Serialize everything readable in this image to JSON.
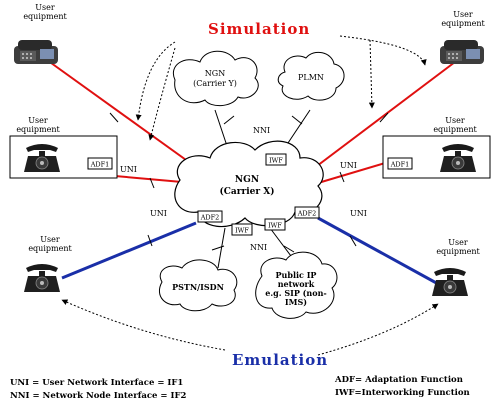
{
  "title_top": "Simulation",
  "title_bottom": "Emulation",
  "user_equipment_label": "User equipment",
  "clouds": {
    "ngn_x": [
      "NGN",
      "(Carrier X)"
    ],
    "ngn_y": [
      "NGN",
      "(Carrier Y)"
    ],
    "plmn": "PLMN",
    "pstn": "PSTN/ISDN",
    "public_ip": [
      "Public IP",
      "network",
      "e.g. SIP (non-",
      "IMS)"
    ]
  },
  "boxes": {
    "adf1": "ADF1",
    "adf2": "ADF2",
    "iwf": "IWF"
  },
  "interfaces": {
    "uni": "UNI",
    "nni": "NNI"
  },
  "legend": {
    "uni": "UNI = User Network Interface = IF1",
    "nni": "NNI = Network Node Interface = IF2",
    "adf": "ADF= Adaptation Function",
    "iwf": "IWF=Interworking Function"
  },
  "colors": {
    "simulation_line": "#e01010",
    "emulation_line": "#1a2fa8",
    "title_red": "#e01010"
  }
}
